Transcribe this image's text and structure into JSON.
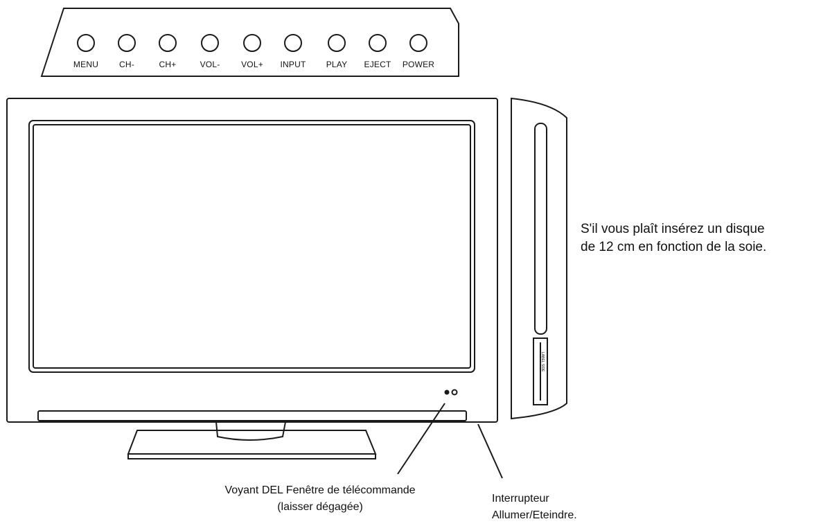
{
  "buttons": [
    {
      "label": "MENU"
    },
    {
      "label": "CH-"
    },
    {
      "label": "CH+"
    },
    {
      "label": "VOL-"
    },
    {
      "label": "VOL+"
    },
    {
      "label": "INPUT"
    },
    {
      "label": "PLAY"
    },
    {
      "label": "EJECT"
    },
    {
      "label": "POWER"
    }
  ],
  "disc_note": {
    "line1": "S'il vous plaît insérez un disque",
    "line2": "de 12 cm en fonction de la soie."
  },
  "led_callout": {
    "line1": "Voyant DEL Fenêtre de télécommande",
    "line2": "(laisser dégagée)"
  },
  "power_callout": {
    "line1": "Interrupteur",
    "line2": "Allumer/Eteindre."
  },
  "slot_label": "LABEL SIDE",
  "colors": {
    "line": "#1a1a1a",
    "background": "#ffffff"
  }
}
